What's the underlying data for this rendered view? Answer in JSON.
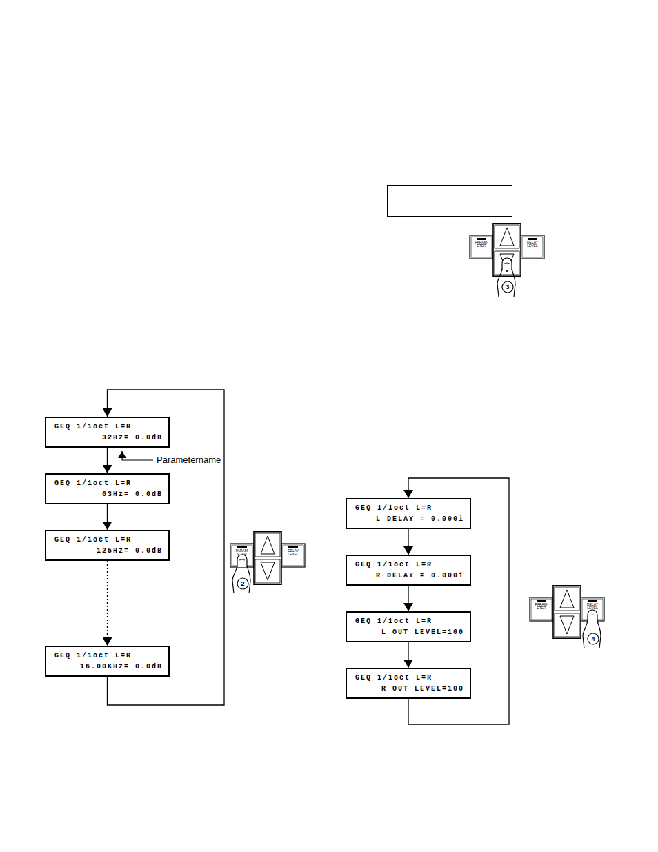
{
  "diagram": {
    "nodes": [
      {
        "text": [
          "GEQ 1/1oct L=R",
          "32Hz= 0.0dB"
        ]
      },
      {
        "text": [
          "GEQ 1/1oct L=R",
          "63Hz= 0.0dB"
        ]
      },
      {
        "text": [
          "GEQ 1/1oct L=R",
          "125Hz= 0.0dB"
        ]
      },
      {
        "text": [
          "GEQ 1/1oct L=R",
          "16.00KHz= 0.0dB"
        ]
      },
      {
        "text": [
          "GEQ 1/1oct L=R",
          "L DELAY = 0.000i"
        ]
      },
      {
        "text": [
          "GEQ 1/1oct L=R",
          "R DELAY = 0.000i"
        ]
      },
      {
        "text": [
          "GEQ 1/1oct L=R",
          "L OUT LEVEL=100"
        ]
      },
      {
        "text": [
          "GEQ 1/1oct L=R",
          "R OUT LEVEL=100"
        ]
      }
    ],
    "edges": [
      {
        "from": 0,
        "to": 1,
        "arrow": "to"
      },
      {
        "from": 1,
        "to": 2,
        "arrow": "to"
      },
      {
        "from": 2,
        "to": 3,
        "arrow": "to"
      },
      {
        "from": 3,
        "to": 0,
        "arrow": "to"
      },
      {
        "from": 4,
        "to": 5,
        "arrow": "to"
      },
      {
        "from": 5,
        "to": 6,
        "arrow": "to"
      },
      {
        "from": 6,
        "to": 7,
        "arrow": "to"
      },
      {
        "from": 7,
        "to": 4,
        "arrow": "to"
      }
    ],
    "labels": [
      "Parametername",
      "PARAM- ETER",
      "DELAY LEVEL",
      "3",
      "PARAM- ETER",
      "DELAY LEVEL",
      "2",
      "PARAM- ETER",
      "DELAY LEVEL",
      "4"
    ]
  }
}
